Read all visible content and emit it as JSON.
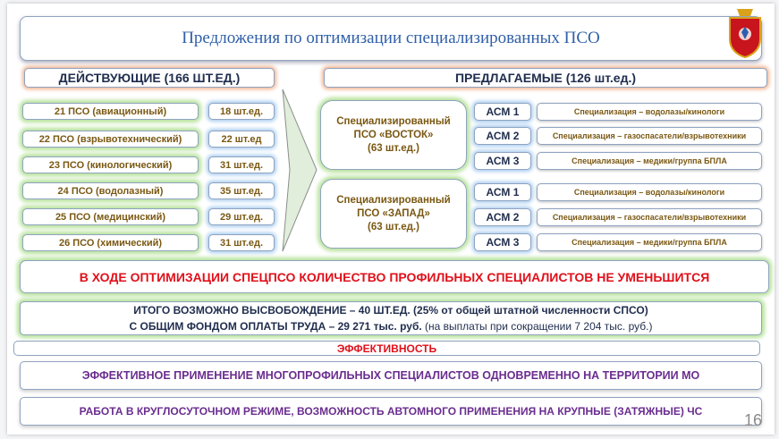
{
  "title": "Предложения по оптимизации специализированных ПСО",
  "current": {
    "header": "ДЕЙСТВУЮЩИЕ (166 ШТ.ЕД.)",
    "rows": [
      {
        "name": "21 ПСО (авиационный)",
        "count": "18 шт.ед."
      },
      {
        "name": "22 ПСО (взрывотехнический)",
        "count": "22 шт.ед"
      },
      {
        "name": "23 ПСО (кинологический)",
        "count": "31 шт.ед."
      },
      {
        "name": "24 ПСО (водолазный)",
        "count": "35 шт.ед."
      },
      {
        "name": "25 ПСО (медицинский)",
        "count": "29 шт.ед."
      },
      {
        "name": "26 ПСО (химический)",
        "count": "31 шт.ед."
      }
    ]
  },
  "proposed": {
    "header": "ПРЕДЛАГАЕМЫЕ (126 шт.ед.)",
    "groups": [
      {
        "line1": "Специализированный",
        "line2": "ПСО «ВОСТОК»",
        "line3": "(63 шт.ед.)",
        "asm": [
          {
            "label": "АСМ 1",
            "spec": "Специализация – водолазы/кинологи"
          },
          {
            "label": "АСМ 2",
            "spec": "Специализация – газоспасатели/взрывотехники"
          },
          {
            "label": "АСМ 3",
            "spec": "Специализация – медики/группа БПЛА"
          }
        ]
      },
      {
        "line1": "Специализированный",
        "line2": "ПСО «ЗАПАД»",
        "line3": "(63 шт.ед.)",
        "asm": [
          {
            "label": "АСМ 1",
            "spec": "Специализация – водолазы/кинологи"
          },
          {
            "label": "АСМ 2",
            "spec": "Специализация – газоспасатели/взрывотехники"
          },
          {
            "label": "АСМ 3",
            "spec": "Специализация – медики/группа БПЛА"
          }
        ]
      }
    ]
  },
  "banner": "В ХОДЕ ОПТИМИЗАЦИИ СПЕЦПСО КОЛИЧЕСТВО  ПРОФИЛЬНЫХ СПЕЦИАЛИСТОВ НЕ УМЕНЬШИТСЯ",
  "total": {
    "line1": "ИТОГО ВОЗМОЖНО ВЫСВОБОЖДЕНИЕ –  40 ШТ.ЕД. (25% от общей штатной численности СПСО)",
    "line2_bold": "С ОБЩИМ ФОНДОМ ОПЛАТЫ ТРУДА –  29 271 тыс. руб.",
    "line2_note": " (на выплаты при сокращении 7 204 тыс. руб.)"
  },
  "efficiency": {
    "header": "ЭФФЕКТИВНОСТЬ",
    "items": [
      "ЭФФЕКТИВНОЕ  ПРИМЕНЕНИЕ МНОГОПРОФИЛЬНЫХ СПЕЦИАЛИСТОВ ОДНОВРЕМЕННО НА ТЕРРИТОРИИ МО",
      "РАБОТА В КРУГЛОСУТОЧНОМ РЕЖИМЕ, ВОЗМОЖНОСТЬ АВТОМНОГО ПРИМЕНЕНИЯ НА КРУПНЫЕ (ЗАТЯЖНЫЕ) ЧС"
    ]
  },
  "page_number": "16",
  "colors": {
    "title": "#2f5fa8",
    "red": "#e0101a",
    "purple": "#6a2d8f",
    "gold": "#7a5812"
  }
}
